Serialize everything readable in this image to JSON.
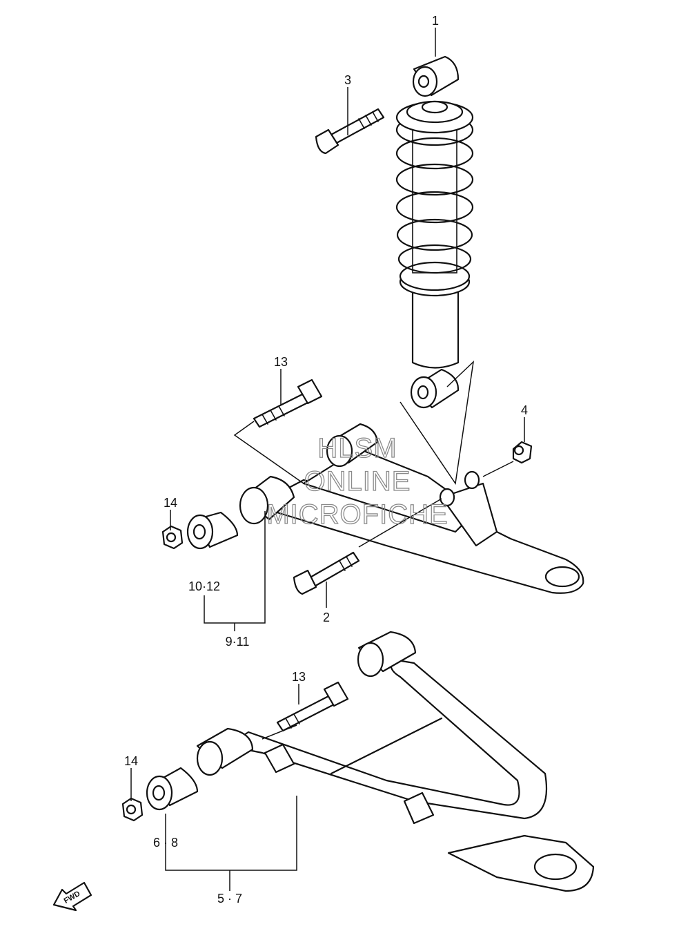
{
  "diagram": {
    "labels": {
      "l1": "1",
      "l2": "2",
      "l3": "3",
      "l4": "4",
      "l13a": "13",
      "l14a": "14",
      "l10_12": "10·12",
      "l9_11": "9·11",
      "l13b": "13",
      "l14b": "14",
      "l6_8": "6 · 8",
      "l5_7": "5 · 7"
    },
    "watermark": {
      "line1": "HLSM",
      "line2": "ONLINE",
      "line3": "MICROFICHE"
    },
    "direction_badge": "FWD",
    "colors": {
      "ink": "#111111",
      "background": "#ffffff",
      "watermark": "#8a8a8a"
    }
  }
}
